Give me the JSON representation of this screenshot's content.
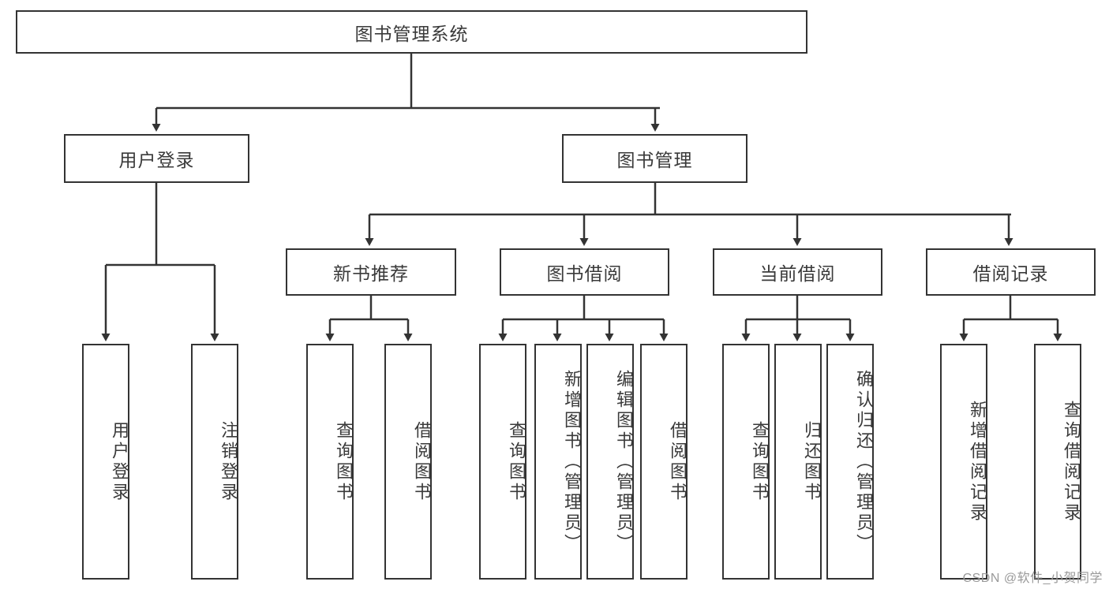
{
  "diagram": {
    "title": "图书管理系统",
    "type": "hierarchy-tree",
    "orientation": "top-down",
    "colors": {
      "box_border": "#333333",
      "box_fill": "#ffffff",
      "text": "#3a3a3a",
      "connector": "#333333",
      "watermark": "#9a9a9a"
    },
    "root": {
      "label": "图书管理系统"
    },
    "level2": [
      {
        "label": "用户登录"
      },
      {
        "label": "图书管理"
      }
    ],
    "level3": [
      {
        "label": "新书推荐"
      },
      {
        "label": "图书借阅"
      },
      {
        "label": "当前借阅"
      },
      {
        "label": "借阅记录"
      }
    ],
    "leaves": {
      "user_login": [
        {
          "label": "用户登录"
        },
        {
          "label": "注销登录"
        }
      ],
      "new_book": [
        {
          "label": "查询图书"
        },
        {
          "label": "借阅图书"
        }
      ],
      "book_borrow": [
        {
          "label": "查询图书"
        },
        {
          "label": "新增图书（管理员）"
        },
        {
          "label": "编辑图书（管理员）"
        },
        {
          "label": "借阅图书"
        }
      ],
      "current_borrow": [
        {
          "label": "查询图书"
        },
        {
          "label": "归还图书"
        },
        {
          "label": "确认归还（管理员）"
        }
      ],
      "borrow_record": [
        {
          "label": "新增借阅记录"
        },
        {
          "label": "查询借阅记录"
        }
      ]
    }
  },
  "watermark": {
    "text": "CSDN @软件_小贺同学"
  }
}
